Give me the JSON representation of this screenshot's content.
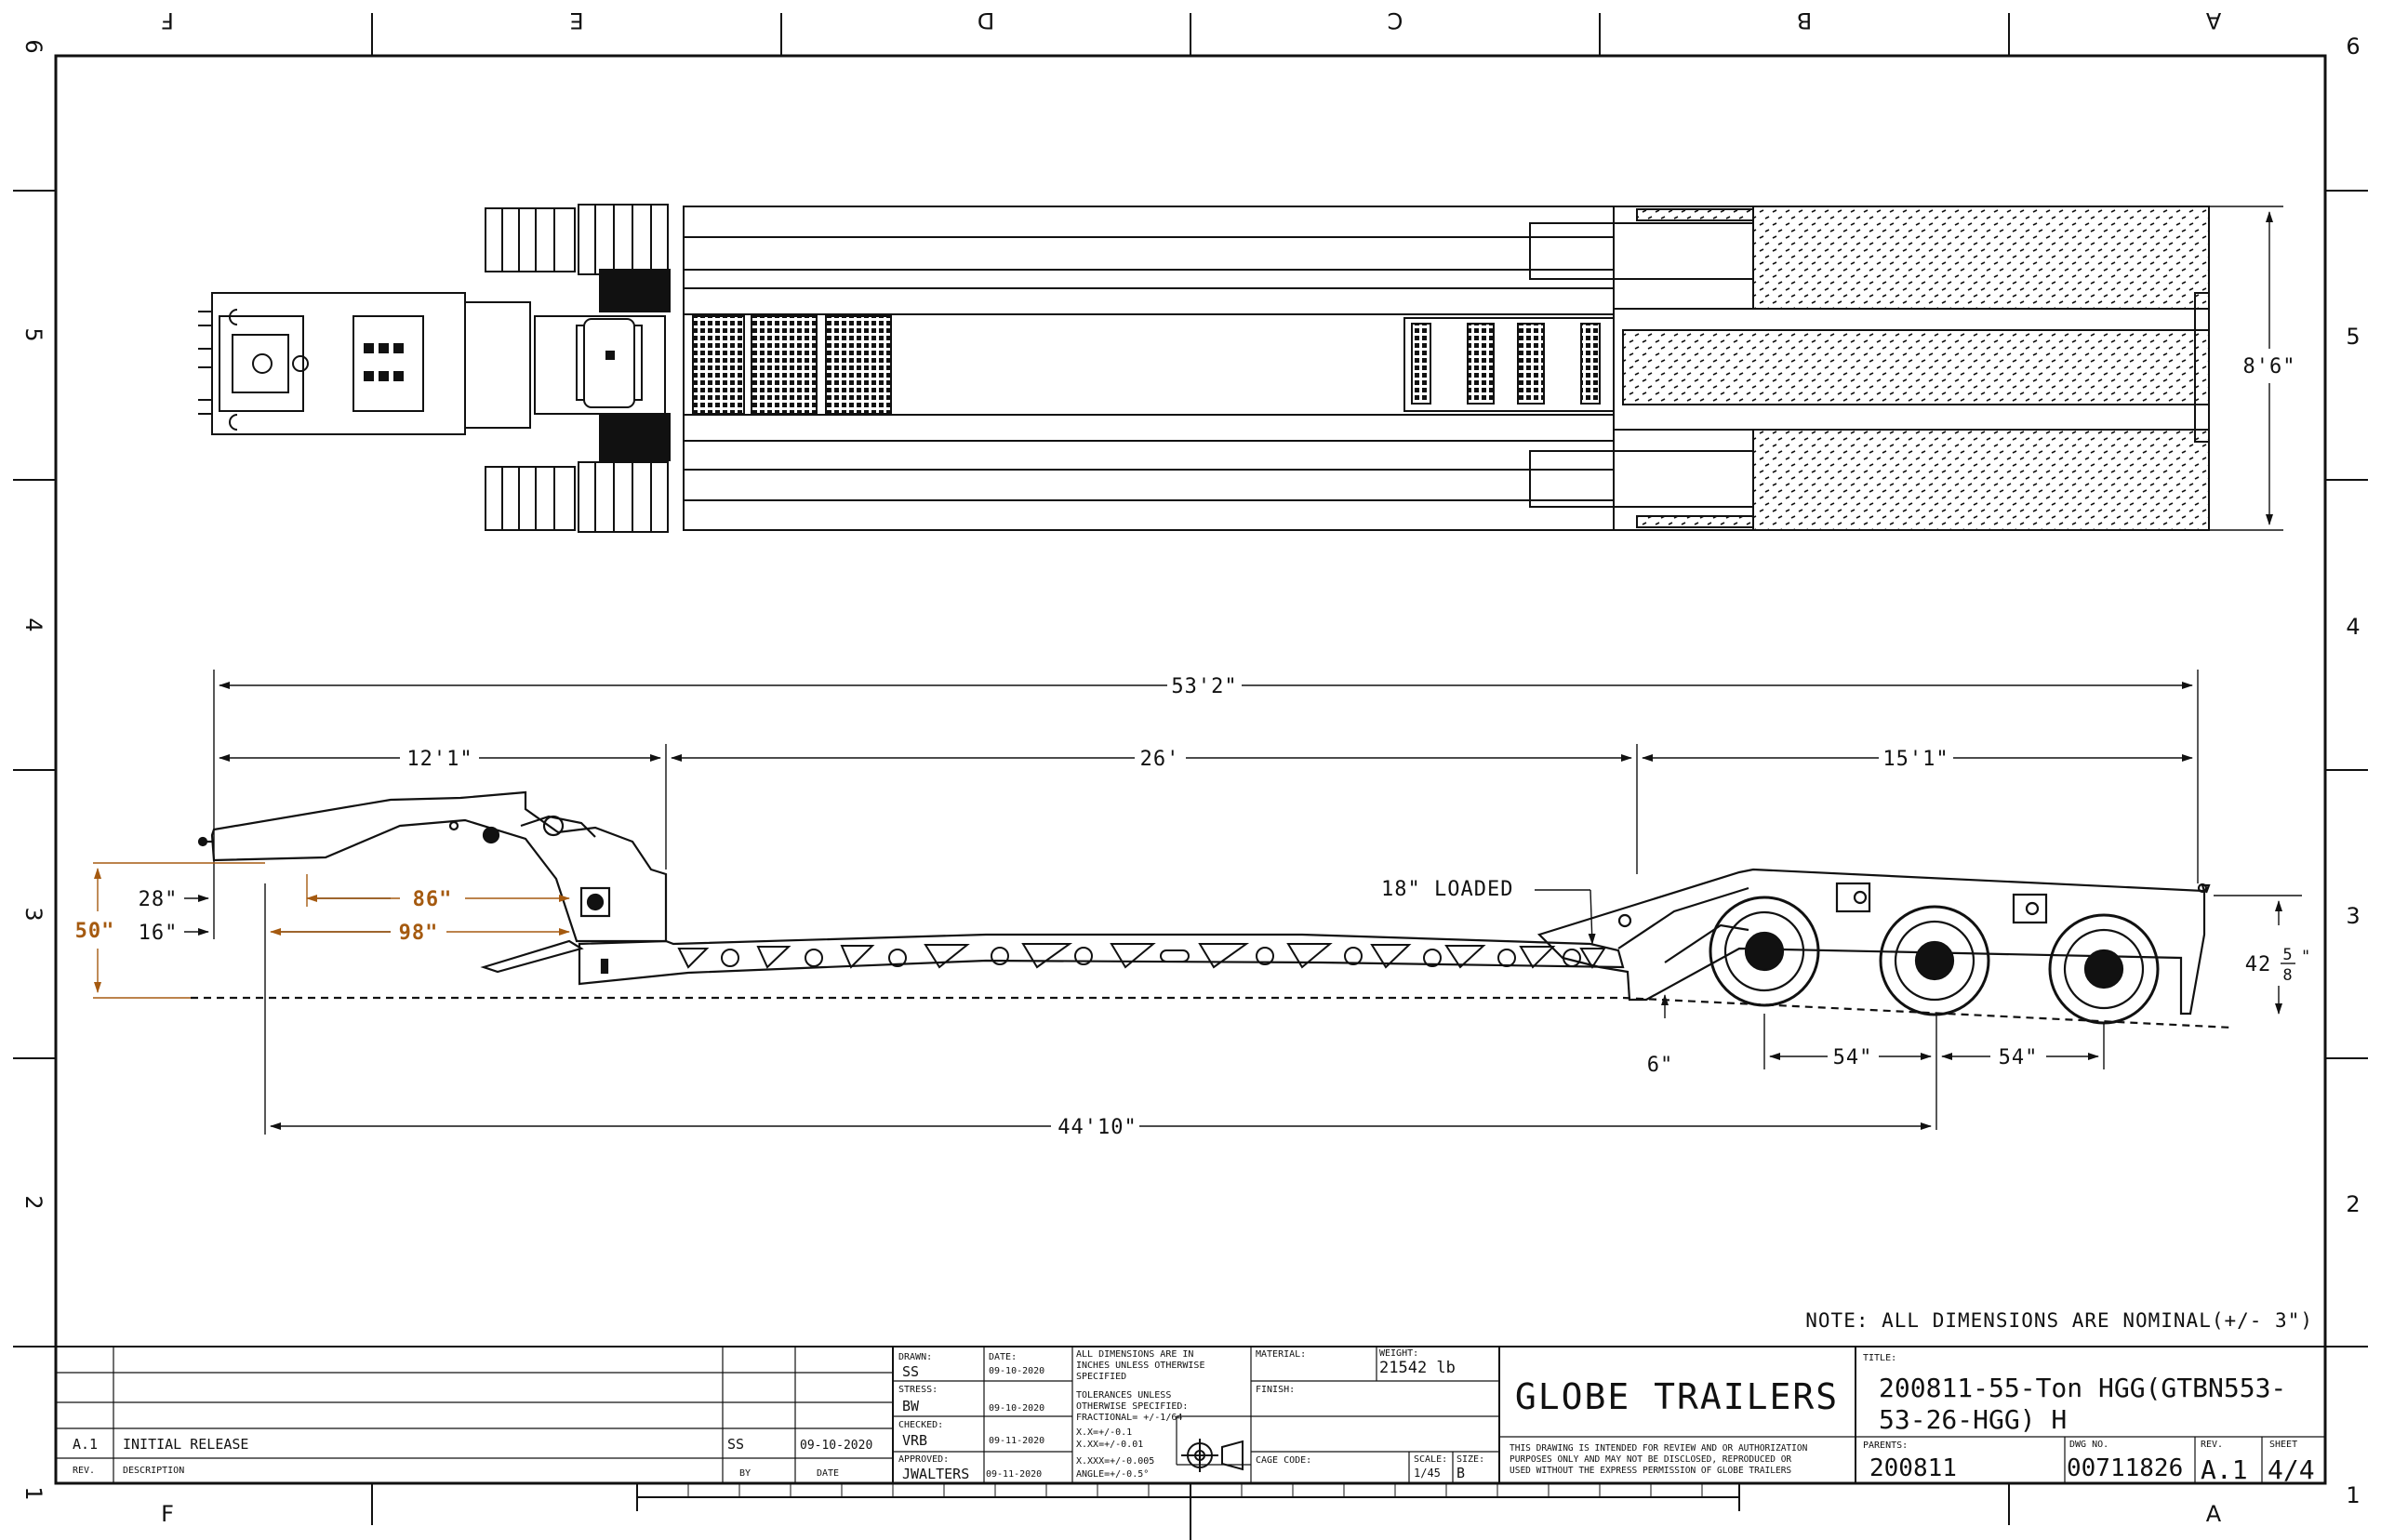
{
  "zones": {
    "top": [
      "F",
      "E",
      "D",
      "C",
      "B",
      "A"
    ],
    "bottom": [
      "F",
      "A"
    ],
    "left": [
      "6",
      "5",
      "4",
      "3",
      "2",
      "1"
    ],
    "right": [
      "6",
      "5",
      "4",
      "3",
      "2",
      "1"
    ]
  },
  "dimensions": {
    "width": "8'6\"",
    "overall_length": "53'2\"",
    "gooseneck": "12'1\"",
    "deck": "26'",
    "rear": "15'1\"",
    "loaded_label": "18\"  LOADED",
    "d28": "28\"",
    "d16": "16\"",
    "d86": "86\"",
    "d98": "98\"",
    "d50": "50\"",
    "d6": "6\"",
    "axle1": "54\"",
    "axle2": "54\"",
    "kingpin_to_axle": "44'10\"",
    "rear_height_whole": "42",
    "rear_height_num": "5",
    "rear_height_den": "8",
    "rear_height_unit": "\""
  },
  "note": "NOTE: ALL DIMENSIONS ARE NOMINAL(+/- 3\")",
  "revision_block": {
    "rev": "A.1",
    "description": "INITIAL RELEASE",
    "by": "SS",
    "date": "09-10-2020",
    "col_rev": "REV.",
    "col_description": "DESCRIPTION",
    "col_by": "BY",
    "col_date": "DATE"
  },
  "signoff": {
    "drawn_label": "DRAWN:",
    "drawn": "SS",
    "drawn_date": "09-10-2020",
    "stress_label": "STRESS:",
    "stress": "BW",
    "stress_date": "09-10-2020",
    "checked_label": "CHECKED:",
    "checked": "VRB",
    "checked_date": "09-11-2020",
    "approved_label": "APPROVED:",
    "approved": "JWALTERS",
    "approved_date": "09-11-2020",
    "date_label": "DATE:"
  },
  "tolerances": [
    "ALL DIMENSIONS ARE IN",
    "INCHES UNLESS OTHERWISE",
    "SPECIFIED",
    "TOLERANCES UNLESS",
    "OTHERWISE SPECIFIED:",
    "FRACTIONAL= +/-1/64",
    "X.X=+/-0.1",
    "X.XX=+/-0.01",
    "X.XXX=+/-0.005",
    "ANGLE=+/-0.5°"
  ],
  "material": {
    "label": "MATERIAL:",
    "value": ""
  },
  "weight": {
    "label": "WEIGHT:",
    "value": "21542 lb"
  },
  "finish": {
    "label": "FINISH:",
    "value": ""
  },
  "cage_code": {
    "label": "CAGE CODE:",
    "value": ""
  },
  "scale": {
    "label": "SCALE:",
    "value": "1/45"
  },
  "size": {
    "label": "SIZE:",
    "value": "B"
  },
  "company": "GLOBE TRAILERS",
  "disclaimer": [
    "THIS DRAWING IS INTENDED FOR REVIEW AND OR AUTHORIZATION",
    "PURPOSES ONLY AND MAY NOT BE DISCLOSED, REPRODUCED OR",
    "USED WITHOUT THE EXPRESS PERMISSION OF GLOBE TRAILERS"
  ],
  "title_label": "TITLE:",
  "title_line1": "200811-55-Ton HGG(GTBN553-",
  "title_line2": "53-26-HGG) H",
  "parents_label": "PARENTS:",
  "parents": "200811",
  "dwg_no_label": "DWG NO.",
  "dwg_no": "00711826",
  "rev_label": "REV.",
  "rev": "A.1",
  "sheet_label": "SHEET",
  "sheet": "4/4",
  "colors": {
    "line": "#111111",
    "dim_accent": "#a55a10"
  }
}
